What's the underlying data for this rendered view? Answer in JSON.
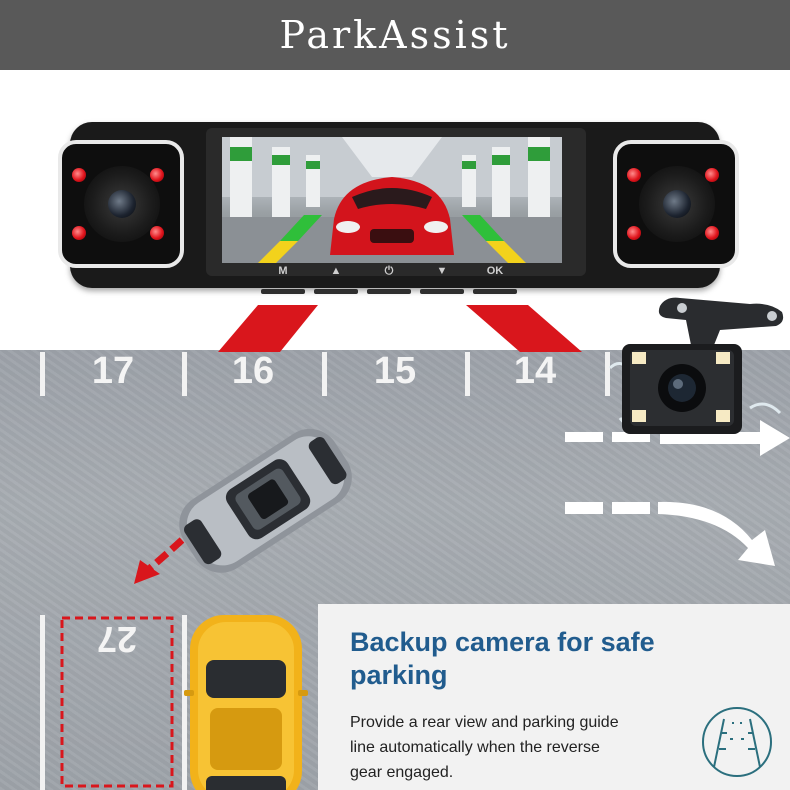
{
  "header": {
    "title": "ParkAssist"
  },
  "colors": {
    "header_bg": "#595959",
    "heading_blue": "#215c8e",
    "icon_teal": "#2b6f7e",
    "guide_red": "#d9161c",
    "asphalt": "#a3a8ae"
  },
  "device": {
    "buttons": [
      "M",
      "▲",
      "⏻",
      "▼",
      "OK"
    ]
  },
  "parking": {
    "slot_numbers": [
      "17",
      "16",
      "15",
      "14"
    ],
    "target_slot": "27"
  },
  "icons": {
    "rear_camera": "backup-camera-icon",
    "parking_guide": "parking-guide-icon"
  },
  "info": {
    "heading_line1": "Backup camera for safe",
    "heading_line2": "parking",
    "description_line1": "Provide a rear view and parking guide",
    "description_line2": "line automatically when the reverse",
    "description_line3": "gear engaged."
  }
}
